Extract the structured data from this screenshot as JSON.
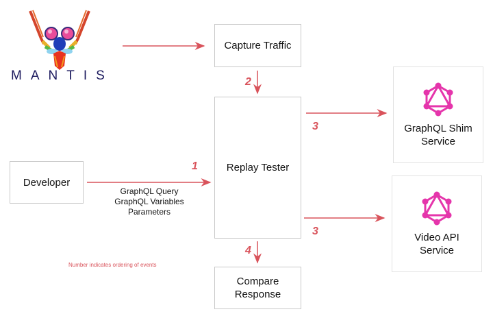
{
  "logo": {
    "name": "MANTIS",
    "text_color": "#1c1a5e"
  },
  "nodes": {
    "capture_traffic": "Capture Traffic",
    "replay_tester": "Replay Tester",
    "developer": "Developer",
    "compare_response": [
      "Compare",
      "Response"
    ],
    "graphql_shim": [
      "GraphQL Shim",
      "Service"
    ],
    "video_api": [
      "Video API",
      "Service"
    ]
  },
  "edge_labels": {
    "developer_to_replay": [
      "GraphQL Query",
      "GraphQL Variables",
      "Parameters"
    ]
  },
  "step_numbers": {
    "developer_to_replay": "1",
    "capture_to_replay": "2",
    "replay_to_shim": "3",
    "replay_to_video": "3",
    "replay_to_compare": "4"
  },
  "note": "Number indicates ordering of events",
  "colors": {
    "arrow": "#d9535b",
    "graphql": "#e535ab",
    "box_border": "#c8c8c8"
  }
}
